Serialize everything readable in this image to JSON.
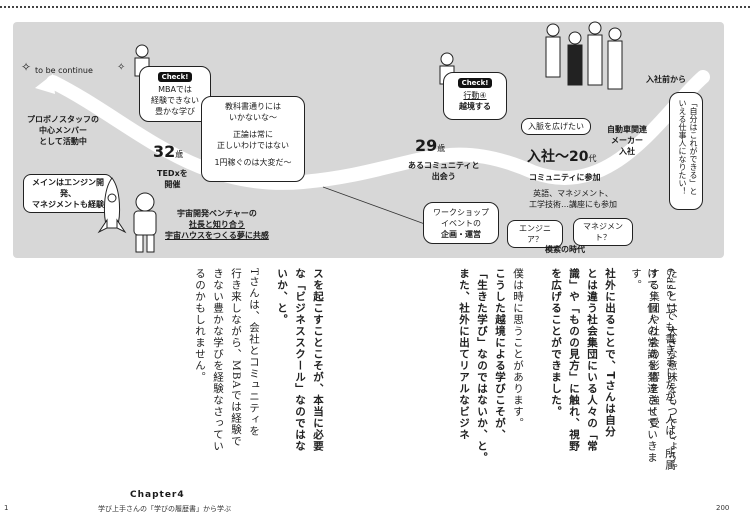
{
  "diagram": {
    "to_be_continue": "to be continue",
    "check1_badge": "Check!",
    "check1_text": [
      "MBAでは",
      "経験できない",
      "豊かな学び"
    ],
    "check2_badge": "Check!",
    "check2_line1": "行動④",
    "check2_line2": "越境する",
    "probono": [
      "プロボノスタッフの",
      "中心メンバー",
      "として活動中"
    ],
    "age32": "32",
    "age32_unit": "歳",
    "tedx": [
      "TEDxを",
      "開催"
    ],
    "engine": [
      "メインはエンジン開発、",
      "マネジメントも経験"
    ],
    "textbook_bubble": [
      "教科書通りには",
      "いかないな〜",
      "正論は常に",
      "正しいわけではない",
      "1円稼ぐのは大変だ〜"
    ],
    "age29": "29",
    "age29_unit": "歳",
    "community": [
      "あるコミュニティと",
      "出会う"
    ],
    "workshop": [
      "ワークショップ",
      "イベントの",
      "企画・運営"
    ],
    "space": [
      "宇宙開発ベンチャーの",
      "社長と知り合う",
      "宇宙ハウスをつくる夢に共感"
    ],
    "expand_view": "入脈を広げたい",
    "join": "入社〜20",
    "join_unit": "代",
    "community_join": "コミュニティに参加",
    "auto_maker": [
      "自動車関連",
      "メーカー",
      "入社"
    ],
    "before_join": "入社前から",
    "vertical_bubble": [
      "「自分はこれができる」と",
      "いえる仕事人になりたい！"
    ],
    "english": [
      "英語、マネジメント、",
      "工学技術…講座にも参加"
    ],
    "engineer": "エンジニア？",
    "manager": "マネジメント？",
    "groping": "模索の時代"
  },
  "text": {
    "col1": "たことは、大きな意味をもつでしょう。",
    "col2": "Case 1でも書きましたが、人は、所属する集団や社会の影響を強く受",
    "col3": "けて、個人の常識を発達させていきます。",
    "col4a": "社外に出ることで、Tさんは自分",
    "col5a": "とは違う社会集団にいる人々の「常",
    "col6a": "識」や「ものの見方」に触れ、視野",
    "col7a": "を広げることができました。",
    "col8": "僕は時に思うことがあります。",
    "col9": "こうした越境による学びこそが、",
    "col10": "「生きた学び」なのではないか、と。",
    "col11": "また、社外に出てリアルなビジネ",
    "col12": "スを起こすことこそが、本当に必要",
    "col13": "な「ビジネススクール」なのではな",
    "col14": "いか、と。",
    "col15": "Tさんは、会社とコミュニティを",
    "col16": "行き来しながら、MBAでは経験で",
    "col17": "きない豊かな学びを経験なさってい",
    "col18": "るのかもしれません。"
  },
  "footer": {
    "chapter": "Chapter4",
    "subtitle": "学び上手さんの「学びの履歴書」から学ぶ",
    "page_left": "1",
    "page_right": "200"
  }
}
